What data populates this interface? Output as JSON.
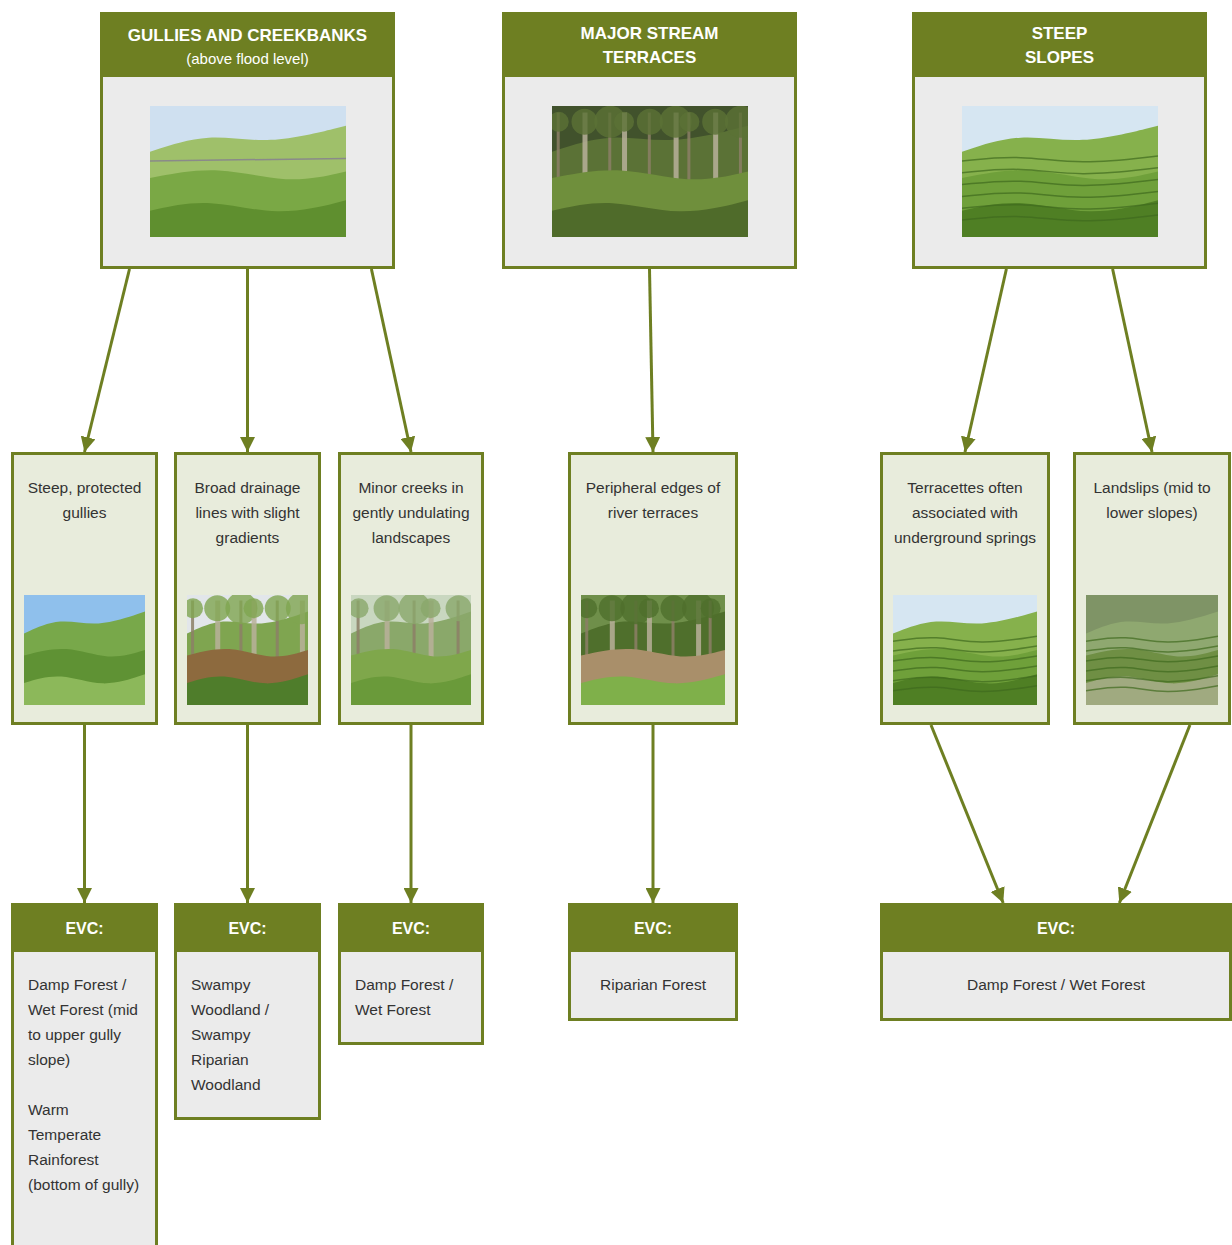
{
  "diagram": {
    "nodes": [
      {
        "text": [
          "GULLIES AND CREEKBANKS",
          "(above flood level)"
        ]
      },
      {
        "text": [
          "MAJOR STREAM TERRACES"
        ]
      },
      {
        "text": [
          "STEEP SLOPES"
        ]
      },
      {
        "text": [
          "Steep, protected gullies"
        ]
      },
      {
        "text": [
          "Broad drainage lines with slight gradients"
        ]
      },
      {
        "text": [
          "Minor creeks in gently undulating landscapes"
        ]
      },
      {
        "text": [
          "Peripheral edges of river terraces"
        ]
      },
      {
        "text": [
          "Terracettes often associated with underground springs"
        ]
      },
      {
        "text": [
          "Landslips (mid to lower slopes)"
        ]
      },
      {
        "text": [
          "EVC:",
          "Damp Forest / Wet Forest (mid to upper gully slope)",
          "Warm Temperate Rainforest (bottom of gully)"
        ]
      },
      {
        "text": [
          "EVC:",
          "Swampy Woodland / Swampy Riparian Woodland"
        ]
      },
      {
        "text": [
          "EVC:",
          "Damp Forest / Wet Forest"
        ]
      },
      {
        "text": [
          "EVC:",
          "Riparian Forest"
        ]
      },
      {
        "text": [
          "EVC:",
          "Damp Forest / Wet Forest"
        ]
      }
    ],
    "edges": [
      {
        "from": 0,
        "to": 3,
        "arrow": "to"
      },
      {
        "from": 0,
        "to": 4,
        "arrow": "to"
      },
      {
        "from": 0,
        "to": 5,
        "arrow": "to"
      },
      {
        "from": 1,
        "to": 6,
        "arrow": "to"
      },
      {
        "from": 2,
        "to": 7,
        "arrow": "to"
      },
      {
        "from": 2,
        "to": 8,
        "arrow": "to"
      },
      {
        "from": 3,
        "to": 9,
        "arrow": "to"
      },
      {
        "from": 4,
        "to": 10,
        "arrow": "to"
      },
      {
        "from": 5,
        "to": 11,
        "arrow": "to"
      },
      {
        "from": 6,
        "to": 12,
        "arrow": "to"
      },
      {
        "from": 7,
        "to": 13,
        "arrow": "to"
      },
      {
        "from": 8,
        "to": 13,
        "arrow": "to"
      }
    ]
  }
}
